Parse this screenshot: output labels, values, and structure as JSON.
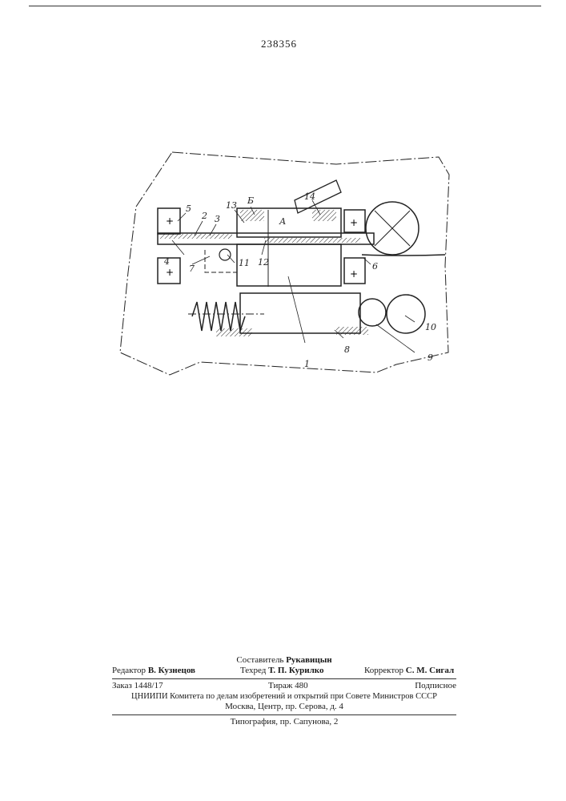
{
  "patent_number": "238356",
  "drawing_labels": {
    "l1": "1",
    "l2": "2",
    "l3": "3",
    "l4": "4",
    "l5": "5",
    "l6": "6",
    "l7": "7",
    "l8": "8",
    "l9": "9",
    "l10": "10",
    "l11": "11",
    "l12": "12",
    "l13": "13",
    "l14": "14",
    "lB": "Б",
    "lA": "А"
  },
  "credits": {
    "compiler_role": "Составитель",
    "compiler_name": "Рукавицын",
    "editor_role": "Редактор",
    "editor_name": "В. Кузнецов",
    "tech_role": "Техред",
    "tech_name": "Т. П. Курилко",
    "corrector_role": "Корректор",
    "corrector_name": "С. М. Сигал"
  },
  "publication": {
    "order": "Заказ 1448/17",
    "circulation": "Тираж 480",
    "subscription": "Подписное",
    "org_line": "ЦНИИПИ Комитета по делам изобретений и открытий при Совете Министров СССР",
    "address": "Москва, Центр, пр. Серова, д. 4",
    "printer": "Типография, пр. Сапунова, 2"
  }
}
